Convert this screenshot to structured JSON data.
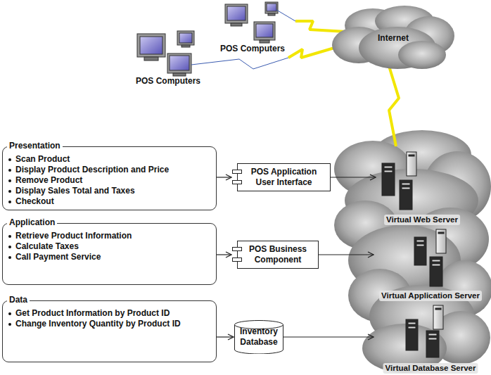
{
  "diagram": {
    "nodes": [
      {
        "text": [
          "Internet"
        ]
      },
      {
        "text": [
          "Presentation",
          "Scan Product",
          "Display Product Description and Price",
          "Remove Product",
          "Display Sales Total and Taxes",
          "Checkout"
        ]
      },
      {
        "text": [
          "POS Application User Interface"
        ]
      },
      {
        "text": [
          "Virtual Web Server"
        ]
      },
      {
        "text": [
          "Application",
          "Retrieve Product Information",
          "Calculate Taxes",
          "Call Payment Service"
        ]
      },
      {
        "text": [
          "POS Business Component"
        ]
      },
      {
        "text": [
          "Virtual Application Server"
        ]
      },
      {
        "text": [
          "Data",
          "Get Product Information by Product ID",
          "Change Inventory Quantity by Product ID"
        ]
      },
      {
        "text": [
          "Inventory Database"
        ]
      },
      {
        "text": [
          "Virtual Database Server"
        ]
      }
    ],
    "edges": [
      {
        "from": 0,
        "to": 3,
        "arrow": "none"
      },
      {
        "from": 1,
        "to": 2,
        "arrow": "to"
      },
      {
        "from": 2,
        "to": 3,
        "arrow": "to"
      },
      {
        "from": 4,
        "to": 5,
        "arrow": "to"
      },
      {
        "from": 5,
        "to": 6,
        "arrow": "to"
      },
      {
        "from": 7,
        "to": 8,
        "arrow": "to"
      },
      {
        "from": 8,
        "to": 9,
        "arrow": "to"
      }
    ],
    "labels": [
      "POS Computers",
      "POS Computers"
    ]
  }
}
